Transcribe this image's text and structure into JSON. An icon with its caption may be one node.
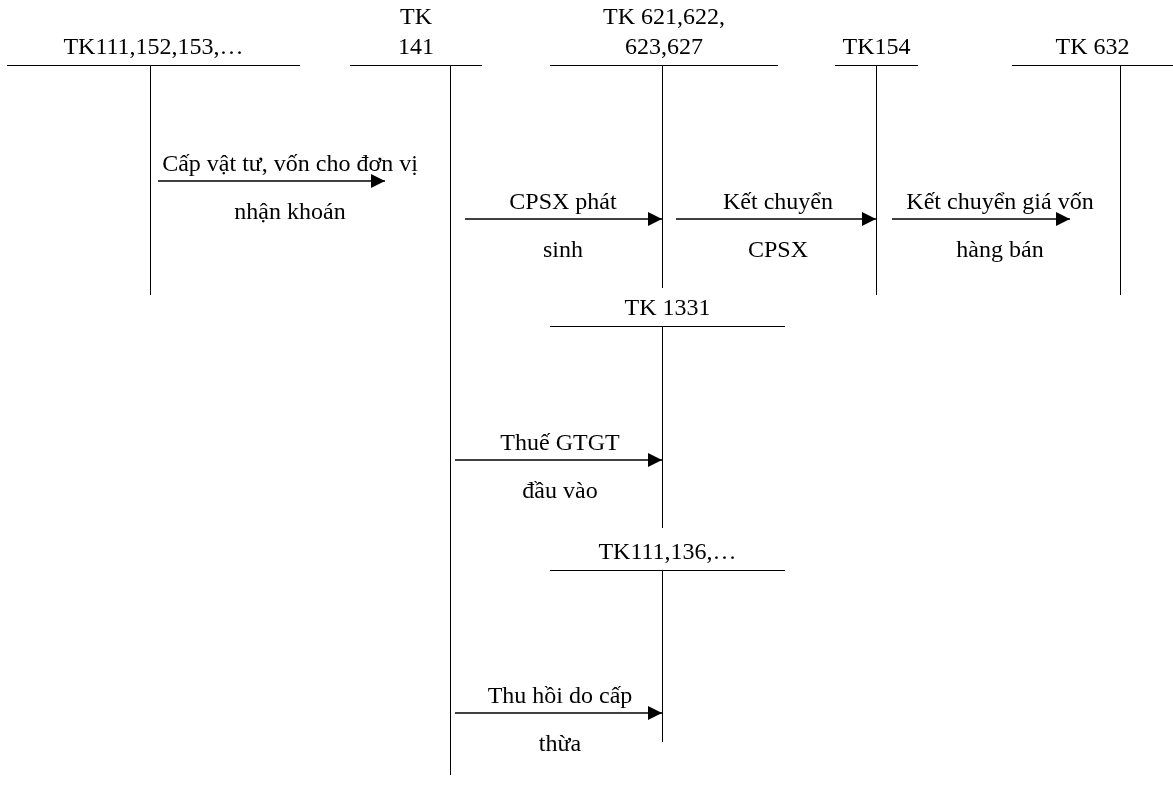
{
  "diagram": {
    "nodes": [
      {
        "text": [
          "TK111,152,153,…"
        ]
      },
      {
        "text": [
          "TK 141"
        ]
      },
      {
        "text": [
          "TK 621,622, 623,627"
        ]
      },
      {
        "text": [
          "TK154"
        ]
      },
      {
        "text": [
          "TK 632"
        ]
      },
      {
        "text": [
          "TK 1331"
        ]
      },
      {
        "text": [
          "TK111,136,…"
        ]
      }
    ],
    "edges": [
      {
        "from": 0,
        "to": 1,
        "arrow": "to",
        "label": "Cấp vật tư, vốn cho đơn vị nhận khoán"
      },
      {
        "from": 1,
        "to": 2,
        "arrow": "to",
        "label": "CPSX phát sinh"
      },
      {
        "from": 2,
        "to": 3,
        "arrow": "to",
        "label": "Kết chuyển CPSX"
      },
      {
        "from": 3,
        "to": 4,
        "arrow": "to",
        "label": "Kết chuyển giá vốn hàng bán"
      },
      {
        "from": 1,
        "to": 5,
        "arrow": "to",
        "label": "Thuế GTGT đầu vào"
      },
      {
        "from": 1,
        "to": 6,
        "arrow": "to",
        "label": "Thu hồi do cấp thừa"
      }
    ]
  }
}
